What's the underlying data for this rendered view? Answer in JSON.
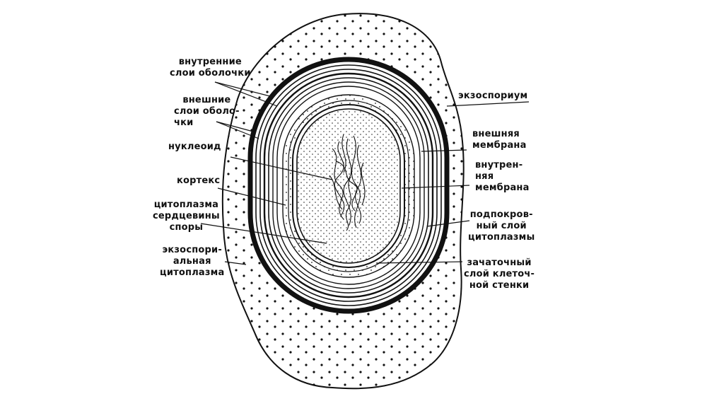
{
  "labels_left": {
    "inner_coat": [
      "внутренние",
      "слои оболочки"
    ],
    "outer_coat": [
      "внешние",
      "слои оболо-",
      "чки"
    ],
    "nucleoid": [
      "нуклеоид"
    ],
    "cortex": [
      "кортекс"
    ],
    "core_cytoplasm": [
      "цитоплазма",
      "сердцевины",
      "споры"
    ],
    "exosporial_cytoplasm": [
      "экзоспори-",
      "альная",
      "цитоплазма"
    ]
  },
  "labels_right": {
    "exosporium": [
      "экзоспориум"
    ],
    "outer_membrane": [
      "внешняя",
      "мембрана"
    ],
    "inner_membrane": [
      "внутрен-",
      "няя",
      "мембрана"
    ],
    "subcoat_cytoplasm": [
      "подпокров-",
      "ный слой",
      "цитоплазмы"
    ],
    "germ_cell_wall": [
      "зачаточный",
      "слой клеточ-",
      "ной стенки"
    ]
  }
}
